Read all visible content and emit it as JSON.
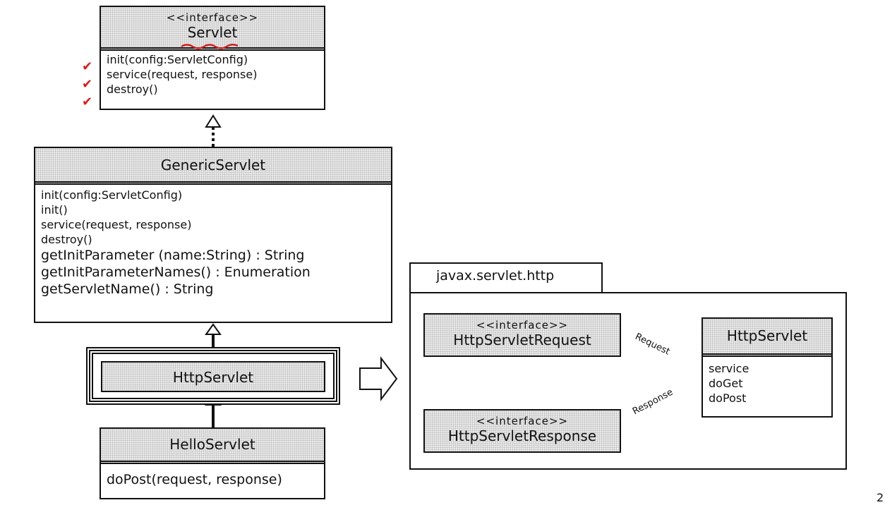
{
  "servlet": {
    "stereotype": "<<interface>>",
    "name": "Servlet",
    "methods": [
      "init(config:ServletConfig)",
      "service(request, response)",
      "destroy()"
    ],
    "check_color": "#d42020"
  },
  "generic_servlet": {
    "name": "GenericServlet",
    "methods": [
      "init(config:ServletConfig)",
      "init()",
      "service(request, response)",
      "destroy()",
      "getInitParameter (name:String) : String",
      "getInitParameterNames() : Enumeration",
      "getServletName() : String"
    ]
  },
  "http_servlet_left": {
    "name": "HttpServlet"
  },
  "hello_servlet": {
    "name": "HelloServlet",
    "methods": [
      "doPost(request, response)"
    ]
  },
  "package": {
    "name": "javax.servlet.http",
    "request_interface": {
      "stereotype": "<<interface>>",
      "name": "HttpServletRequest"
    },
    "response_interface": {
      "stereotype": "<<interface>>",
      "name": "HttpServletResponse"
    },
    "http_servlet": {
      "name": "HttpServlet",
      "methods": [
        "service",
        "doGet",
        "doPost"
      ]
    },
    "request_label": "Request",
    "response_label": "Response"
  },
  "page_number": "2"
}
